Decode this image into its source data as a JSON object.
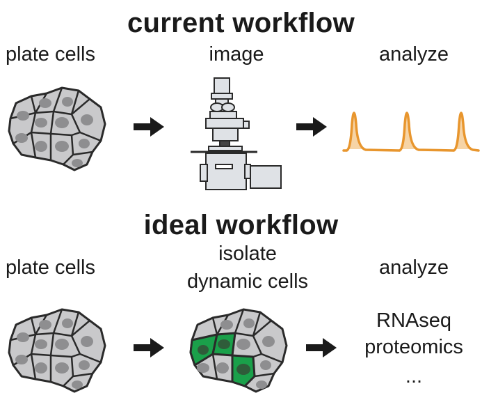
{
  "current": {
    "title": "current workflow",
    "steps": [
      "plate cells",
      "image",
      "analyze"
    ]
  },
  "ideal": {
    "title": "ideal workflow",
    "steps": [
      "plate cells",
      "isolate",
      "dynamic cells",
      "analyze"
    ],
    "outputs": [
      "RNAseq",
      "proteomics",
      "..."
    ]
  },
  "icons": [
    "cell-cluster-icon",
    "arrow-right-icon",
    "microscope-icon",
    "fluorescence-trace-icon",
    "cell-cluster-highlighted-icon"
  ],
  "colors": {
    "cell_fill": "#c9c9cb",
    "nucleus_fill": "#8e8e90",
    "outline": "#2a2a2a",
    "trace": "#e8962e",
    "trace_fill": "#f6d4a6",
    "highlight": "#1aa04a"
  }
}
